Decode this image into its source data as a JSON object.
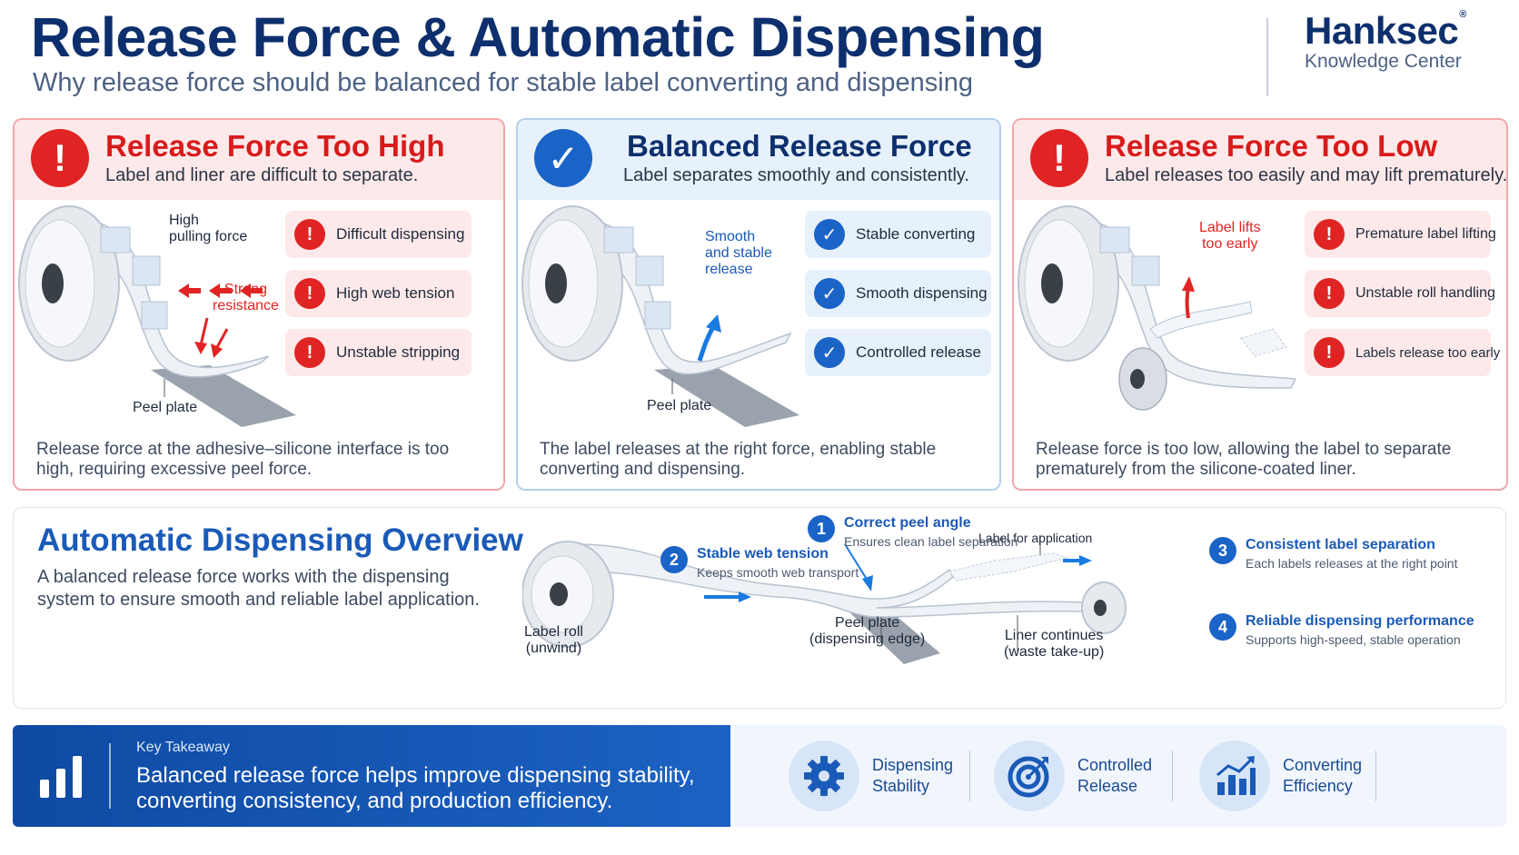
{
  "header": {
    "title": "Release Force & Automatic Dispensing",
    "subtitle": "Why release force should be balanced for stable label converting and dispensing",
    "brand_name": "Hanksec",
    "brand_reg": "®",
    "brand_sub": "Knowledge Center"
  },
  "panels": [
    {
      "title": "Release Force Too High",
      "subtitle": "Label and liner are difficult to separate.",
      "icon": "!",
      "illus_labels": [
        "High",
        "pulling force",
        "Strong",
        "resistance",
        "Peel plate"
      ],
      "items": [
        "Difficult dispensing",
        "High web tension",
        "Unstable stripping"
      ],
      "item_icon": "!",
      "footer": "Release force at the adhesive–silicone interface is too high, requiring excessive peel force."
    },
    {
      "title": "Balanced Release Force",
      "subtitle": "Label separates smoothly and consistently.",
      "icon": "✓",
      "illus_labels": [
        "Smooth",
        "and stable",
        "release",
        "Peel plate"
      ],
      "items": [
        "Stable converting",
        "Smooth dispensing",
        "Controlled release"
      ],
      "item_icon": "✓",
      "footer": "The label releases at the right force, enabling stable converting and dispensing."
    },
    {
      "title": "Release Force Too Low",
      "subtitle": "Label releases too easily and may lift prematurely.",
      "icon": "!",
      "illus_labels": [
        "Label lifts",
        "too early"
      ],
      "items": [
        "Premature label lifting",
        "Unstable roll handling",
        "Labels release too early"
      ],
      "item_icon": "!",
      "footer": "Release force is too low, allowing the label to separate prematurely from the silicone-coated liner."
    }
  ],
  "overview": {
    "title": "Automatic Dispensing Overview",
    "description": "A balanced release force works with the dispensing system to ensure smooth and reliable label application.",
    "labels": {
      "roll": "Label roll",
      "roll_sub": "(unwind)",
      "peel": "Peel plate",
      "peel_sub": "(dispensing edge)",
      "liner": "Liner continues",
      "liner_sub": "(waste take-up)",
      "application": "Label for application"
    },
    "steps": [
      {
        "num": "1",
        "title": "Correct peel angle",
        "desc": "Ensures clean label separation"
      },
      {
        "num": "2",
        "title": "Stable web tension",
        "desc": "Keeps smooth web transport"
      },
      {
        "num": "3",
        "title": "Consistent label separation",
        "desc": "Each labels releases at the right point"
      },
      {
        "num": "4",
        "title": "Reliable dispensing performance",
        "desc": "Supports high-speed, stable operation"
      }
    ]
  },
  "takeaway": {
    "label": "Key Takeaway",
    "text": "Balanced release force helps improve dispensing stability, converting consistency, and production efficiency.",
    "features": [
      {
        "icon": "gear-icon",
        "line1": "Dispensing",
        "line2": "Stability"
      },
      {
        "icon": "target-icon",
        "line1": "Controlled",
        "line2": "Release"
      },
      {
        "icon": "growth-chart-icon",
        "line1": "Converting",
        "line2": "Efficiency"
      }
    ]
  },
  "colors": {
    "navy": "#0d2f6d",
    "red": "#e02424",
    "blue": "#1a64c8",
    "pink_bg": "#fde9e9",
    "light_blue_bg": "#e7f1fc"
  }
}
